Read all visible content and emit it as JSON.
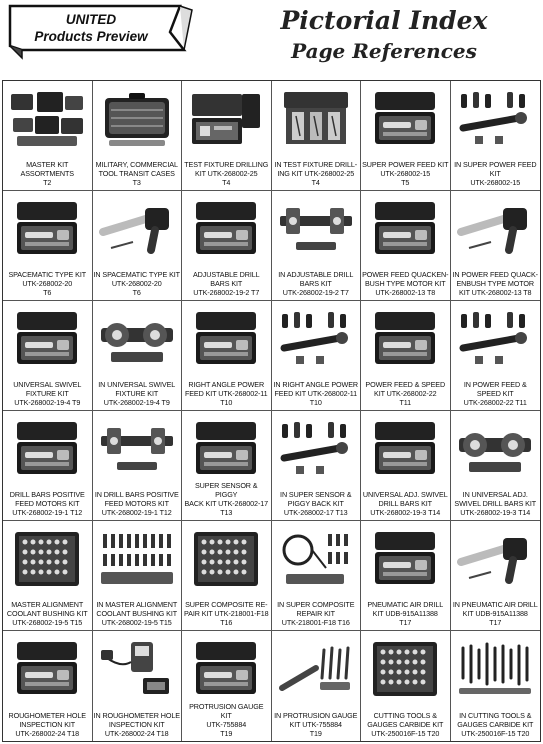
{
  "header": {
    "banner_line1": "UNITED",
    "banner_line2": "Products Preview",
    "title_line1": "Pictorial Index",
    "title_line2": "Page References"
  },
  "items": [
    {
      "icon": "case-set-icon",
      "lines": [
        "MASTER KIT",
        "ASSORTMENTS",
        "T2"
      ]
    },
    {
      "icon": "transit-case-icon",
      "lines": [
        "MILITARY, COMMERCIAL",
        "TOOL TRANSIT CASES",
        "T3"
      ]
    },
    {
      "icon": "open-kit-case-icon",
      "lines": [
        "TEST FIXTURE DRILLING",
        "KIT UTK-268002-25",
        "T4"
      ]
    },
    {
      "icon": "fixture-icon",
      "lines": [
        "IN TEST FIXTURE DRILL-",
        "ING KIT UTK-268002-25",
        "T4"
      ]
    },
    {
      "icon": "tool-case-icon",
      "lines": [
        "SUPER POWER  FEED KIT",
        "UTK-268002-15",
        "T5"
      ]
    },
    {
      "icon": "tool-parts-icon",
      "lines": [
        "IN SUPER POWER  FEED",
        "KIT",
        "UTK-268002-15"
      ]
    },
    {
      "icon": "tool-case-icon",
      "lines": [
        "SPACEMATIC TYPE  KIT",
        "UTK-268002-20",
        "T6"
      ]
    },
    {
      "icon": "drill-motor-icon",
      "lines": [
        "IN SPACEMATIC TYPE KIT",
        "UTK-268002-20",
        "T6"
      ]
    },
    {
      "icon": "tool-case-icon",
      "lines": [
        "ADJUSTABLE DRILL",
        "BARS KIT",
        "UTK-268002-19-2   T7"
      ]
    },
    {
      "icon": "drill-bar-icon",
      "lines": [
        "IN ADJUSTABLE DRILL",
        "BARS KIT",
        "UTK-268002-19-2   T7"
      ]
    },
    {
      "icon": "tool-case-icon",
      "lines": [
        "POWER  FEED QUACKEN-",
        "BUSH TYPE MOTOR  KIT",
        "UTK-268002-13  T8"
      ]
    },
    {
      "icon": "drill-motor-icon",
      "lines": [
        "IN POWER  FEED QUACK-",
        "ENBUSH TYPE MOTOR",
        "KIT  UTK-268002-13  T8"
      ]
    },
    {
      "icon": "tool-case-icon",
      "lines": [
        "UNIVERSAL SWIVEL",
        "FIXTURE KIT",
        "UTK-268002-19-4   T9"
      ]
    },
    {
      "icon": "swivel-fixture-icon",
      "lines": [
        "IN UNIVERSAL SWIVEL",
        "FIXTURE KIT",
        "UTK-268002-19-4   T9"
      ]
    },
    {
      "icon": "tool-case-icon",
      "lines": [
        "RIGHT ANGLE POWER",
        "FEED KIT UTK-268002-11",
        "T10"
      ]
    },
    {
      "icon": "tool-parts-icon",
      "lines": [
        "IN RIGHT ANGLE POWER",
        "FEED KIT UTK-268002-11",
        "T10"
      ]
    },
    {
      "icon": "tool-case-icon",
      "lines": [
        "POWER  FEED & SPEED",
        "KIT  UTK-268002-22",
        "T11"
      ]
    },
    {
      "icon": "tool-parts-icon",
      "lines": [
        "IN POWER  FEED &",
        "SPEED  KIT",
        "UTK-268002-22    T11"
      ]
    },
    {
      "icon": "tool-case-icon",
      "lines": [
        "DRILL BARS POSITIVE",
        "FEED MOTORS KIT",
        "UTK-268002-19-1   T12"
      ]
    },
    {
      "icon": "drill-bar-icon",
      "lines": [
        "IN DRILL BARS POSITIVE",
        "FEED MOTORS KIT",
        "UTK-268002-19-1   T12"
      ]
    },
    {
      "icon": "tool-case-icon",
      "lines": [
        "SUPER SENSOR & PIGGY",
        "BACK KIT UTK-268002-17",
        "T13"
      ]
    },
    {
      "icon": "tool-parts-icon",
      "lines": [
        "IN SUPER SENSOR &",
        "PIGGY BACK KIT",
        "UTK-268002-17   T13"
      ]
    },
    {
      "icon": "tool-case-icon",
      "lines": [
        "UNIVERSAL ADJ. SWIVEL",
        "DRILL BARS KIT",
        "UTK-268002-19-3   T14"
      ]
    },
    {
      "icon": "swivel-fixture-icon",
      "lines": [
        "IN  UNIVERSAL ADJ.",
        "SWIVEL  DRILL BARS KIT",
        "UTK-268002-19-3   T14"
      ]
    },
    {
      "icon": "bushing-case-icon",
      "lines": [
        "MASTER ALIGNMENT",
        "COOLANT BUSHING KIT",
        "UTK-268002-19-5   T15"
      ]
    },
    {
      "icon": "bushing-rack-icon",
      "lines": [
        "IN MASTER ALIGNMENT",
        "COOLANT BUSHING KIT",
        "UTK-268002-19-5   T15"
      ]
    },
    {
      "icon": "bushing-case-icon",
      "lines": [
        "SUPER COMPOSITE RE-",
        "PAIR KIT UTK-218001-F18",
        "T16"
      ]
    },
    {
      "icon": "repair-parts-icon",
      "lines": [
        "IN SUPER COMPOSITE",
        "REPAIR KIT",
        "UTK-218001-F18    T16"
      ]
    },
    {
      "icon": "tool-case-icon",
      "lines": [
        "PNEUMATIC AIR DRILL",
        "KIT   UDB-915A11388",
        "T17"
      ]
    },
    {
      "icon": "drill-motor-icon",
      "lines": [
        "IN PNEUMATIC AIR DRILL",
        "KIT  UDB-915A11388",
        "T17"
      ]
    },
    {
      "icon": "tool-case-icon",
      "lines": [
        "ROUGHOMETER HOLE",
        "INSPECTION KIT",
        "UTK-268002-24   T18"
      ]
    },
    {
      "icon": "meter-icon",
      "lines": [
        "IN ROUGHOMETER HOLE",
        "INSPECTION KIT",
        "UTK-268002-24   T18"
      ]
    },
    {
      "icon": "tool-case-icon",
      "lines": [
        "PROTRUSION GAUGE KIT",
        "UTK-755884",
        "T19"
      ]
    },
    {
      "icon": "gauge-pins-icon",
      "lines": [
        "IN PROTRUSION GAUGE",
        "KIT  UTK-755884",
        "T19"
      ]
    },
    {
      "icon": "bushing-case-icon",
      "lines": [
        "CUTTING TOOLS &",
        "GAUGES CARBIDE KIT",
        "UTK-250016F-15   T20"
      ]
    },
    {
      "icon": "cutter-tools-icon",
      "lines": [
        "IN CUTTING TOOLS &",
        "GAUGES CARBIDE KIT",
        "UTK-250016F-15   T20"
      ]
    }
  ]
}
